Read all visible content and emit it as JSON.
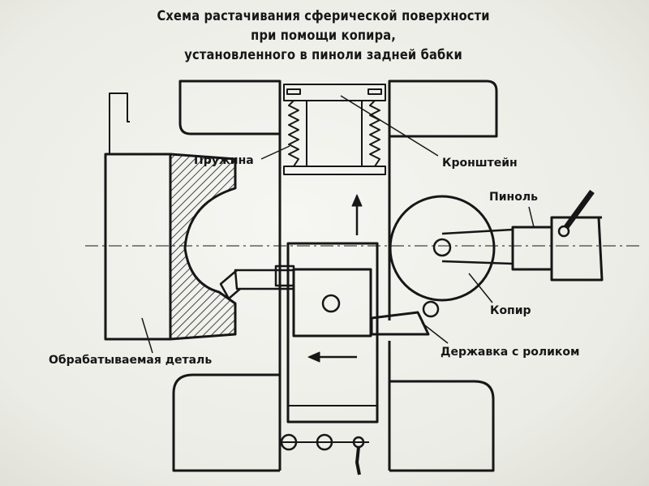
{
  "title": {
    "line1": "Схема растачивания сферической поверхности",
    "line2": "при помощи копира,",
    "line3": "установленного в пиноли задней бабки"
  },
  "labels": {
    "spring": "Пружина",
    "bracket": "Кронштейн",
    "quill": "Пиноль",
    "copier": "Копир",
    "holder": "Державка с роликом",
    "workpiece": "Обрабатываемая деталь"
  },
  "colors": {
    "ink": "#161616",
    "background": "#efefea"
  }
}
